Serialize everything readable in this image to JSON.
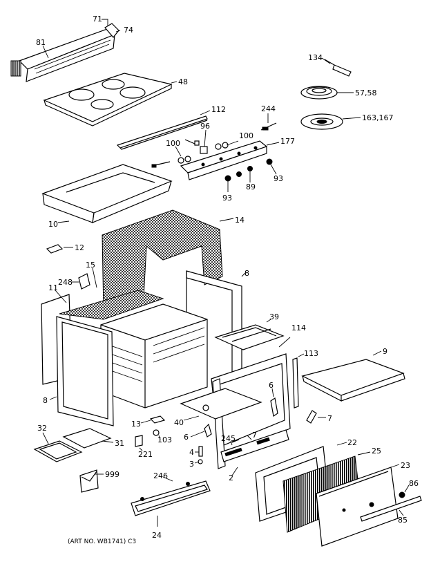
{
  "diagram": {
    "labels": {
      "l71": "71",
      "l74": "74",
      "l81": "81",
      "l48": "48",
      "l134": "134",
      "l57_58": "57,58",
      "l163_167": "163,167",
      "l112": "112",
      "l244": "244",
      "l96": "96",
      "l100a": "100",
      "l100b": "100",
      "l177": "177",
      "l93a": "93",
      "l93b": "93",
      "l89": "89",
      "l10": "10",
      "l14": "14",
      "l12": "12",
      "l15": "15",
      "l248": "248",
      "l11": "11",
      "l8a": "8",
      "l8b": "8",
      "l39": "39",
      "l114": "114",
      "l113": "113",
      "l9": "9",
      "l6a": "6",
      "l6b": "6",
      "l7a": "7",
      "l7b": "7",
      "l13": "13",
      "l40": "40",
      "l103": "103",
      "l245": "245",
      "l4": "4",
      "l3": "3",
      "l22": "22",
      "l25": "25",
      "l23": "23",
      "l86": "86",
      "l85": "85",
      "l2": "2",
      "l32": "32",
      "l31": "31",
      "l221": "221",
      "l999": "999",
      "l246": "246",
      "l24": "24"
    },
    "art_number": "(ART NO. WB1741) C3"
  }
}
